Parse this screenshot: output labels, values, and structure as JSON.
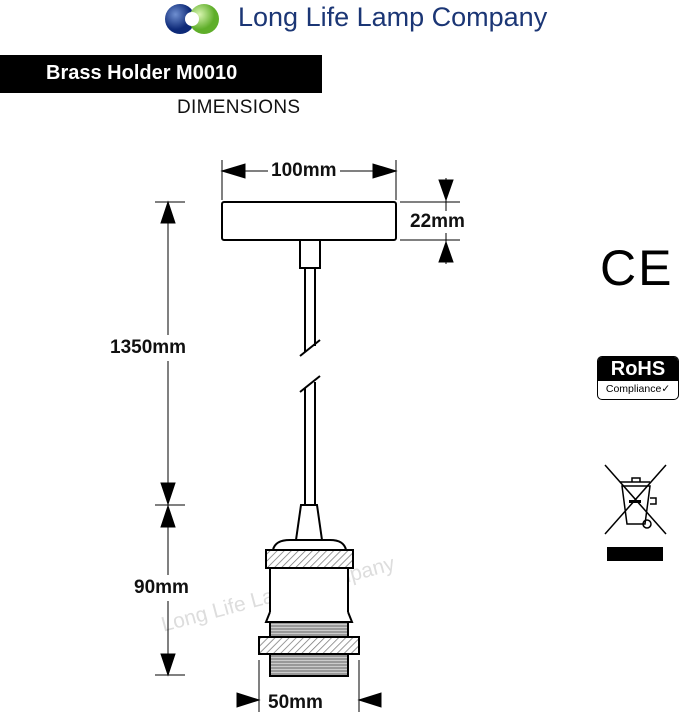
{
  "header": {
    "brand": "Long Life Lamp Company",
    "product_title": "Brass Holder M0010",
    "subtitle": "DIMENSIONS"
  },
  "dimensions": {
    "canopy_width": "100mm",
    "canopy_height": "22mm",
    "cable_length": "1350mm",
    "holder_height": "90mm",
    "holder_width": "50mm"
  },
  "watermark": "Long Life Lamp Company",
  "certifications": {
    "ce": "CE",
    "rohs": "RoHS",
    "rohs_sub": "Compliance"
  },
  "colors": {
    "brand_blue": "#1b3675",
    "logo_green": "#7cc242"
  }
}
